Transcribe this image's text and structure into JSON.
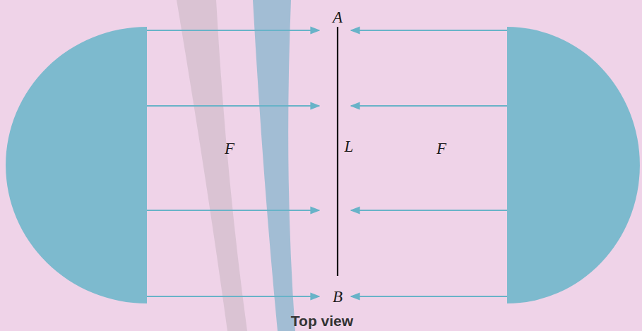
{
  "diagram": {
    "caption": "Top view",
    "labels": [
      "A",
      "B",
      "L",
      "F",
      "F"
    ]
  }
}
